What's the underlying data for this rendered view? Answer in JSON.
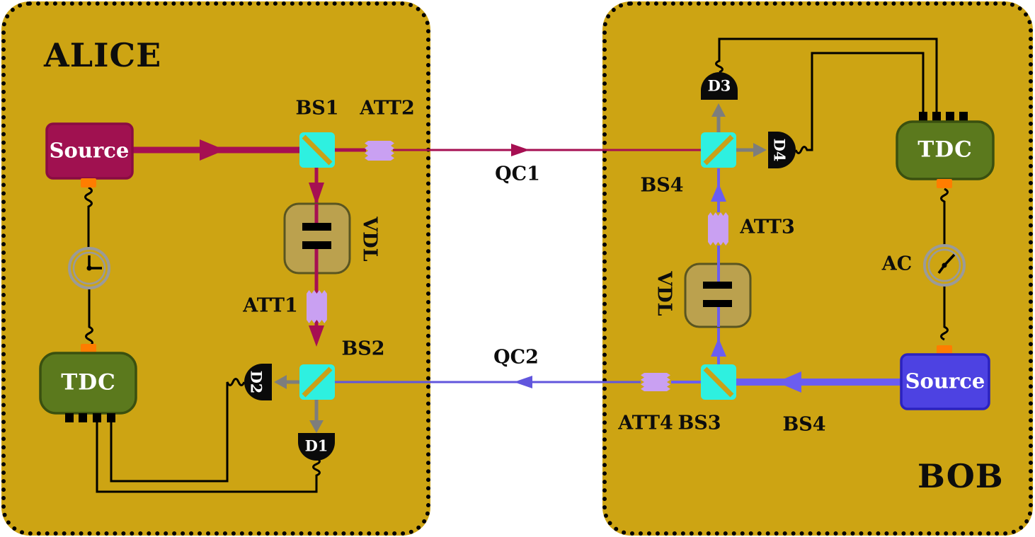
{
  "alice": {
    "title": "ALICE",
    "source": "Source",
    "tdc": "TDC",
    "bs1": "BS1",
    "att2": "ATT2",
    "vdl": "VDL",
    "att1": "ATT1",
    "bs2": "BS2",
    "d1": "D1",
    "d2": "D2"
  },
  "bob": {
    "title": "BOB",
    "source": "Source",
    "tdc": "TDC",
    "bs4_top": "BS4",
    "att3": "ATT3",
    "vdl": "VDL",
    "att4": "ATT4",
    "bs3": "BS3",
    "bs4_beam": "BS4",
    "ac": "AC",
    "d3": "D3",
    "d4": "D4"
  },
  "channels": {
    "qc1": "QC1",
    "qc2": "QC2"
  },
  "colors": {
    "panel_bg": "#cda413",
    "alice_beam": "#a60f52",
    "bob_beam": "#6b5df0",
    "bob_beam_thin": "#6156dd",
    "beamsplitter": "#2ef0e0",
    "bs_diagonal": "#c9a117",
    "attenuator": "#c9a0f2",
    "vdl_box": "#bba14e",
    "tdc_box": "#5b791d",
    "source_alice": "#a01150",
    "source_bob": "#4d42e2",
    "connector": "#ff7d00",
    "detector": "#0a0a0a",
    "arrow_gray": "#7d7d7d",
    "wire": "#000000"
  }
}
